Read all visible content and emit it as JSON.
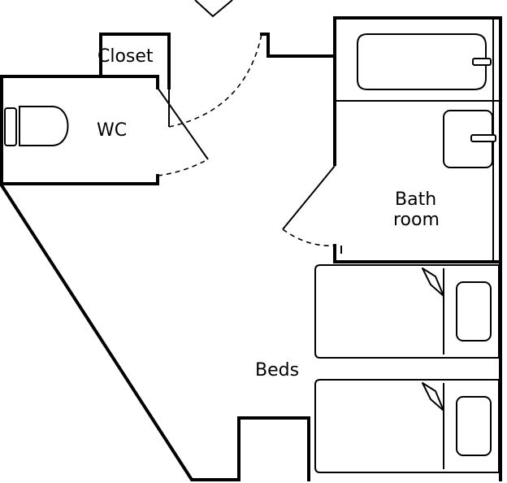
{
  "rooms": {
    "closet": "Closet",
    "wc": "WC",
    "bathroom_line1": "Bath",
    "bathroom_line2": "room",
    "beds": "Beds"
  },
  "colors": {
    "wall": "#000000",
    "background": "#ffffff"
  },
  "icons": [
    "toilet-icon",
    "bathtub-icon",
    "sink-icon",
    "bed-icon",
    "pillow-icon",
    "door-swing-icon"
  ]
}
